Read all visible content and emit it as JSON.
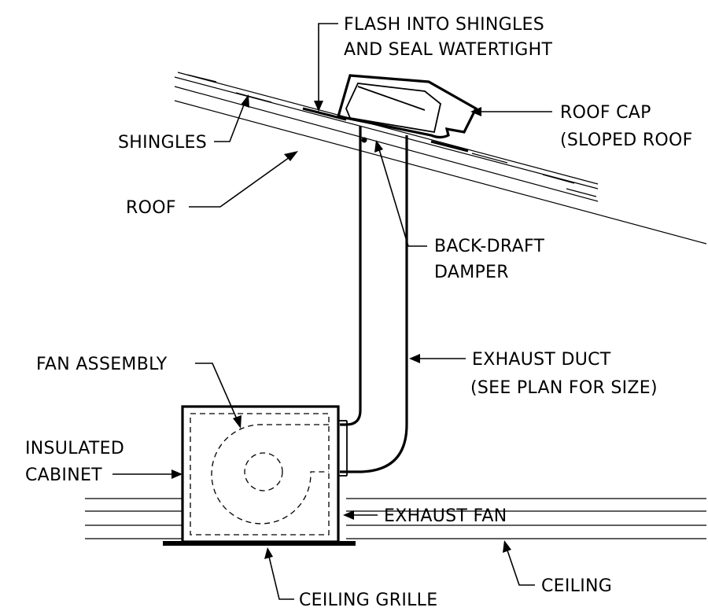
{
  "labels": {
    "flash_line1": "FLASH INTO SHINGLES",
    "flash_line2": "AND SEAL WATERTIGHT",
    "roof_cap_line1": "ROOF CAP",
    "roof_cap_line2": "(SLOPED ROOF",
    "shingles": "SHINGLES",
    "roof": "ROOF",
    "damper_line1": "BACK-DRAFT",
    "damper_line2": "DAMPER",
    "fan_assembly": "FAN ASSEMBLY",
    "exhaust_duct_line1": "EXHAUST DUCT",
    "exhaust_duct_line2": "(SEE PLAN FOR SIZE)",
    "insulated_line1": "INSULATED",
    "insulated_line2": "CABINET",
    "exhaust_fan": "EXHAUST FAN",
    "ceiling_grille": "CEILING GRILLE",
    "ceiling": "CEILING"
  }
}
